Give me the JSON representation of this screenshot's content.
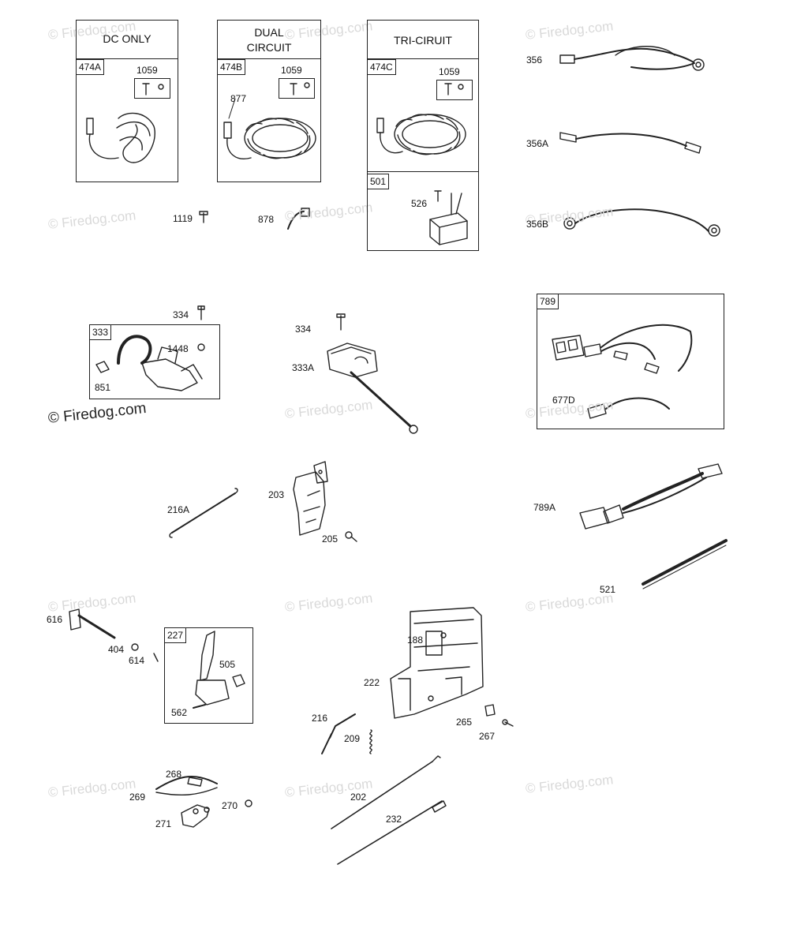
{
  "watermarks": {
    "text": "© Firedog.com"
  },
  "groups": {
    "dc_only": {
      "title": "DC ONLY",
      "tag": "474A",
      "sub_tag": "1059"
    },
    "dual": {
      "title_line1": "DUAL",
      "title_line2": "CIRCUIT",
      "tag": "474B",
      "sub_tag": "1059"
    },
    "tri": {
      "title": "TRI-CIRUIT",
      "tag": "474C",
      "sub_tag": "1059",
      "lower_tag": "501"
    },
    "kill_switch": {
      "tag": "333"
    },
    "harness": {
      "tag": "789"
    },
    "throttle_lever": {
      "tag": "227"
    }
  },
  "labels": {
    "l877": "877",
    "l526": "526",
    "l1119": "1119",
    "l878": "878",
    "l356": "356",
    "l356A": "356A",
    "l356B": "356B",
    "l334a": "334",
    "l1448": "1448",
    "l851": "851",
    "l334b": "334",
    "l333A": "333A",
    "l677D": "677D",
    "l216A": "216A",
    "l203": "203",
    "l205": "205",
    "l789A": "789A",
    "l521": "521",
    "l616": "616",
    "l404": "404",
    "l614": "614",
    "l505": "505",
    "l562": "562",
    "l188": "188",
    "l222": "222",
    "l216": "216",
    "l209": "209",
    "l265": "265",
    "l267": "267",
    "l268": "268",
    "l269": "269",
    "l270": "270",
    "l271": "271",
    "l202": "202",
    "l232": "232"
  }
}
